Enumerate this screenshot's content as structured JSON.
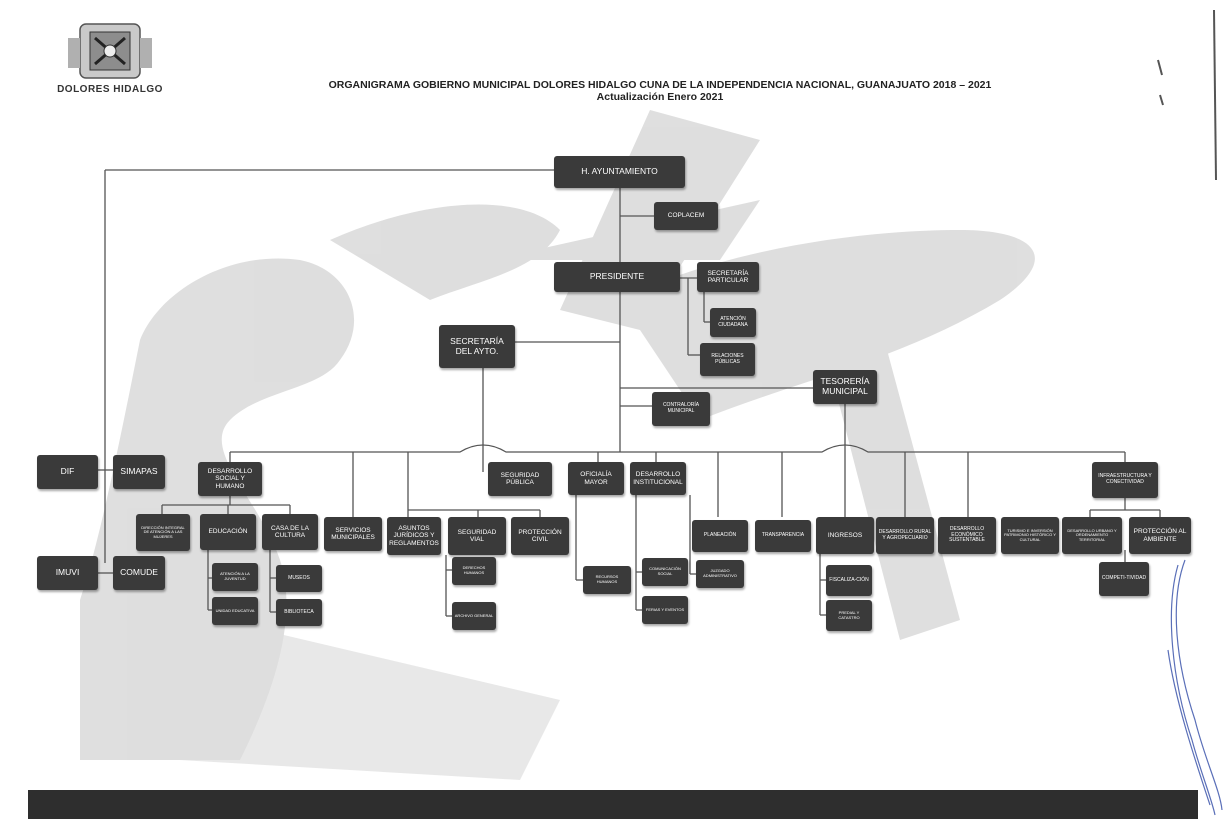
{
  "logo": {
    "text": "DOLORES HIDALGO"
  },
  "header": {
    "title": "ORGANIGRAMA GOBIERNO MUNICIPAL DOLORES HIDALGO CUNA DE LA INDEPENDENCIA NACIONAL, GUANAJUATO 2018 – 2021",
    "subtitle": "Actualización Enero 2021"
  },
  "nodes": {
    "ayuntamiento": "H. AYUNTAMIENTO",
    "coplacem": "COPLACEM",
    "presidente": "PRESIDENTE",
    "sec_particular": "SECRETARÍA PARTICULAR",
    "atencion_ciudadana": "ATENCIÓN CIUDADANA",
    "relaciones_publicas": "RELACIONES PÚBLICAS",
    "sec_ayto": "SECRETARÍA DEL AYTO.",
    "tesoreria": "TESORERÍA MUNICIPAL",
    "contraloria": "CONTRALORÍA MUNICIPAL",
    "dif": "DIF",
    "simapas": "SIMAPAS",
    "imuvi": "IMUVI",
    "comude": "COMUDE",
    "desarrollo_social": "DESARROLLO SOCIAL Y HUMANO",
    "seguridad_publica": "SEGURIDAD PÚBLICA",
    "oficialia_mayor": "OFICIALÍA MAYOR",
    "desarrollo_institucional": "DESARROLLO INSTITUCIONAL",
    "infraestructura": "INFRAESTRUCTURA Y CONECTIVIDAD",
    "atencion_mujeres": "DIRECCIÓN INTEGRAL DE ATENCIÓN A LAS MUJERES",
    "educacion": "EDUCACIÓN",
    "casa_cultura": "CASA DE LA CULTURA",
    "servicios_municipales": "SERVICIOS MUNICIPALES",
    "asuntos_juridicos": "ASUNTOS JURÍDICOS Y REGLAMENTOS",
    "seguridad_vial": "SEGURIDAD VIAL",
    "proteccion_civil": "PROTECCIÓN CIVIL",
    "planeacion": "PLANEACIÓN",
    "transparencia": "TRANSPARENCIA",
    "ingresos": "INGRESOS",
    "desarrollo_rural": "DESARROLLO RURAL Y AGROPECUARIO",
    "desarrollo_economico": "DESARROLLO ECONÓMICO SUSTENTABLE",
    "turismo": "TURISMO E INVERSIÓN PATRIMONIO HISTÓRICO Y CULTURAL",
    "desarrollo_urbano": "DESARROLLO URBANO Y ORDENAMIENTO TERRITORIAL",
    "proteccion_ambiente": "PROTECCIÓN AL AMBIENTE",
    "atencion_juventud": "ATENCIÓN A LA JUVENTUD",
    "unidad_educativa": "UNIDAD EDUCATIVA",
    "museos": "MUSEOS",
    "biblioteca": "BIBLIOTECA",
    "derechos_humanos": "DERECHOS HUMANOS",
    "archivo_general": "ARCHIVO GENERAL",
    "recursos_humanos": "RECURSOS HUMANOS",
    "comunicacion_social": "COMUNICACIÓN SOCIAL",
    "ferias_eventos": "FERIAS Y EVENTOS",
    "juzgado": "JUZGADO ADMINISTRATIVO",
    "fiscalizacion": "FISCALIZA-CIÓN",
    "predial": "PREDIAL Y CATASTRO",
    "competitividad": "COMPETI-TIVIDAD"
  },
  "colors": {
    "box": "#3a3a3a",
    "box_text": "#ffffff",
    "lines": "#555555",
    "footer": "#2e2e2e"
  }
}
